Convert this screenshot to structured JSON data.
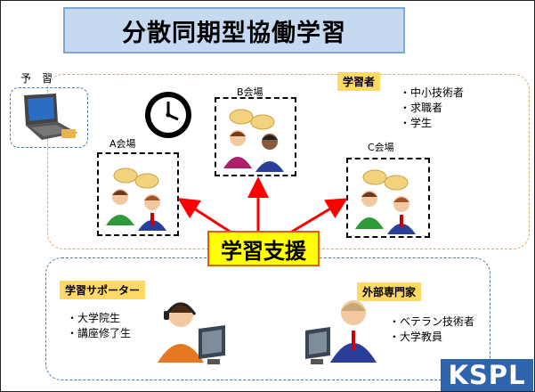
{
  "title": "分散同期型協働学習",
  "prep_label": "予　習",
  "learners": {
    "tag": "学習者",
    "items": [
      "・中小技術者",
      "・求職者",
      "・学生"
    ]
  },
  "venues": [
    {
      "label": "A会場"
    },
    {
      "label": "B会場"
    },
    {
      "label": "C会場"
    }
  ],
  "support_label": "学習支援",
  "supporter": {
    "tag": "学習サポーター",
    "items": [
      "・大学院生",
      "・講座修了生"
    ]
  },
  "experts": {
    "tag": "外部専門家",
    "items": [
      "・ベテラン技術者",
      "・大学教員"
    ]
  },
  "logo_text": "KSPL",
  "colors": {
    "title_bg": "#c5d9f1",
    "tag_bg": "#ffd966",
    "support_bg": "#ffff00",
    "arrow": "#ff0000",
    "logo_bg": "#2e64ac"
  }
}
